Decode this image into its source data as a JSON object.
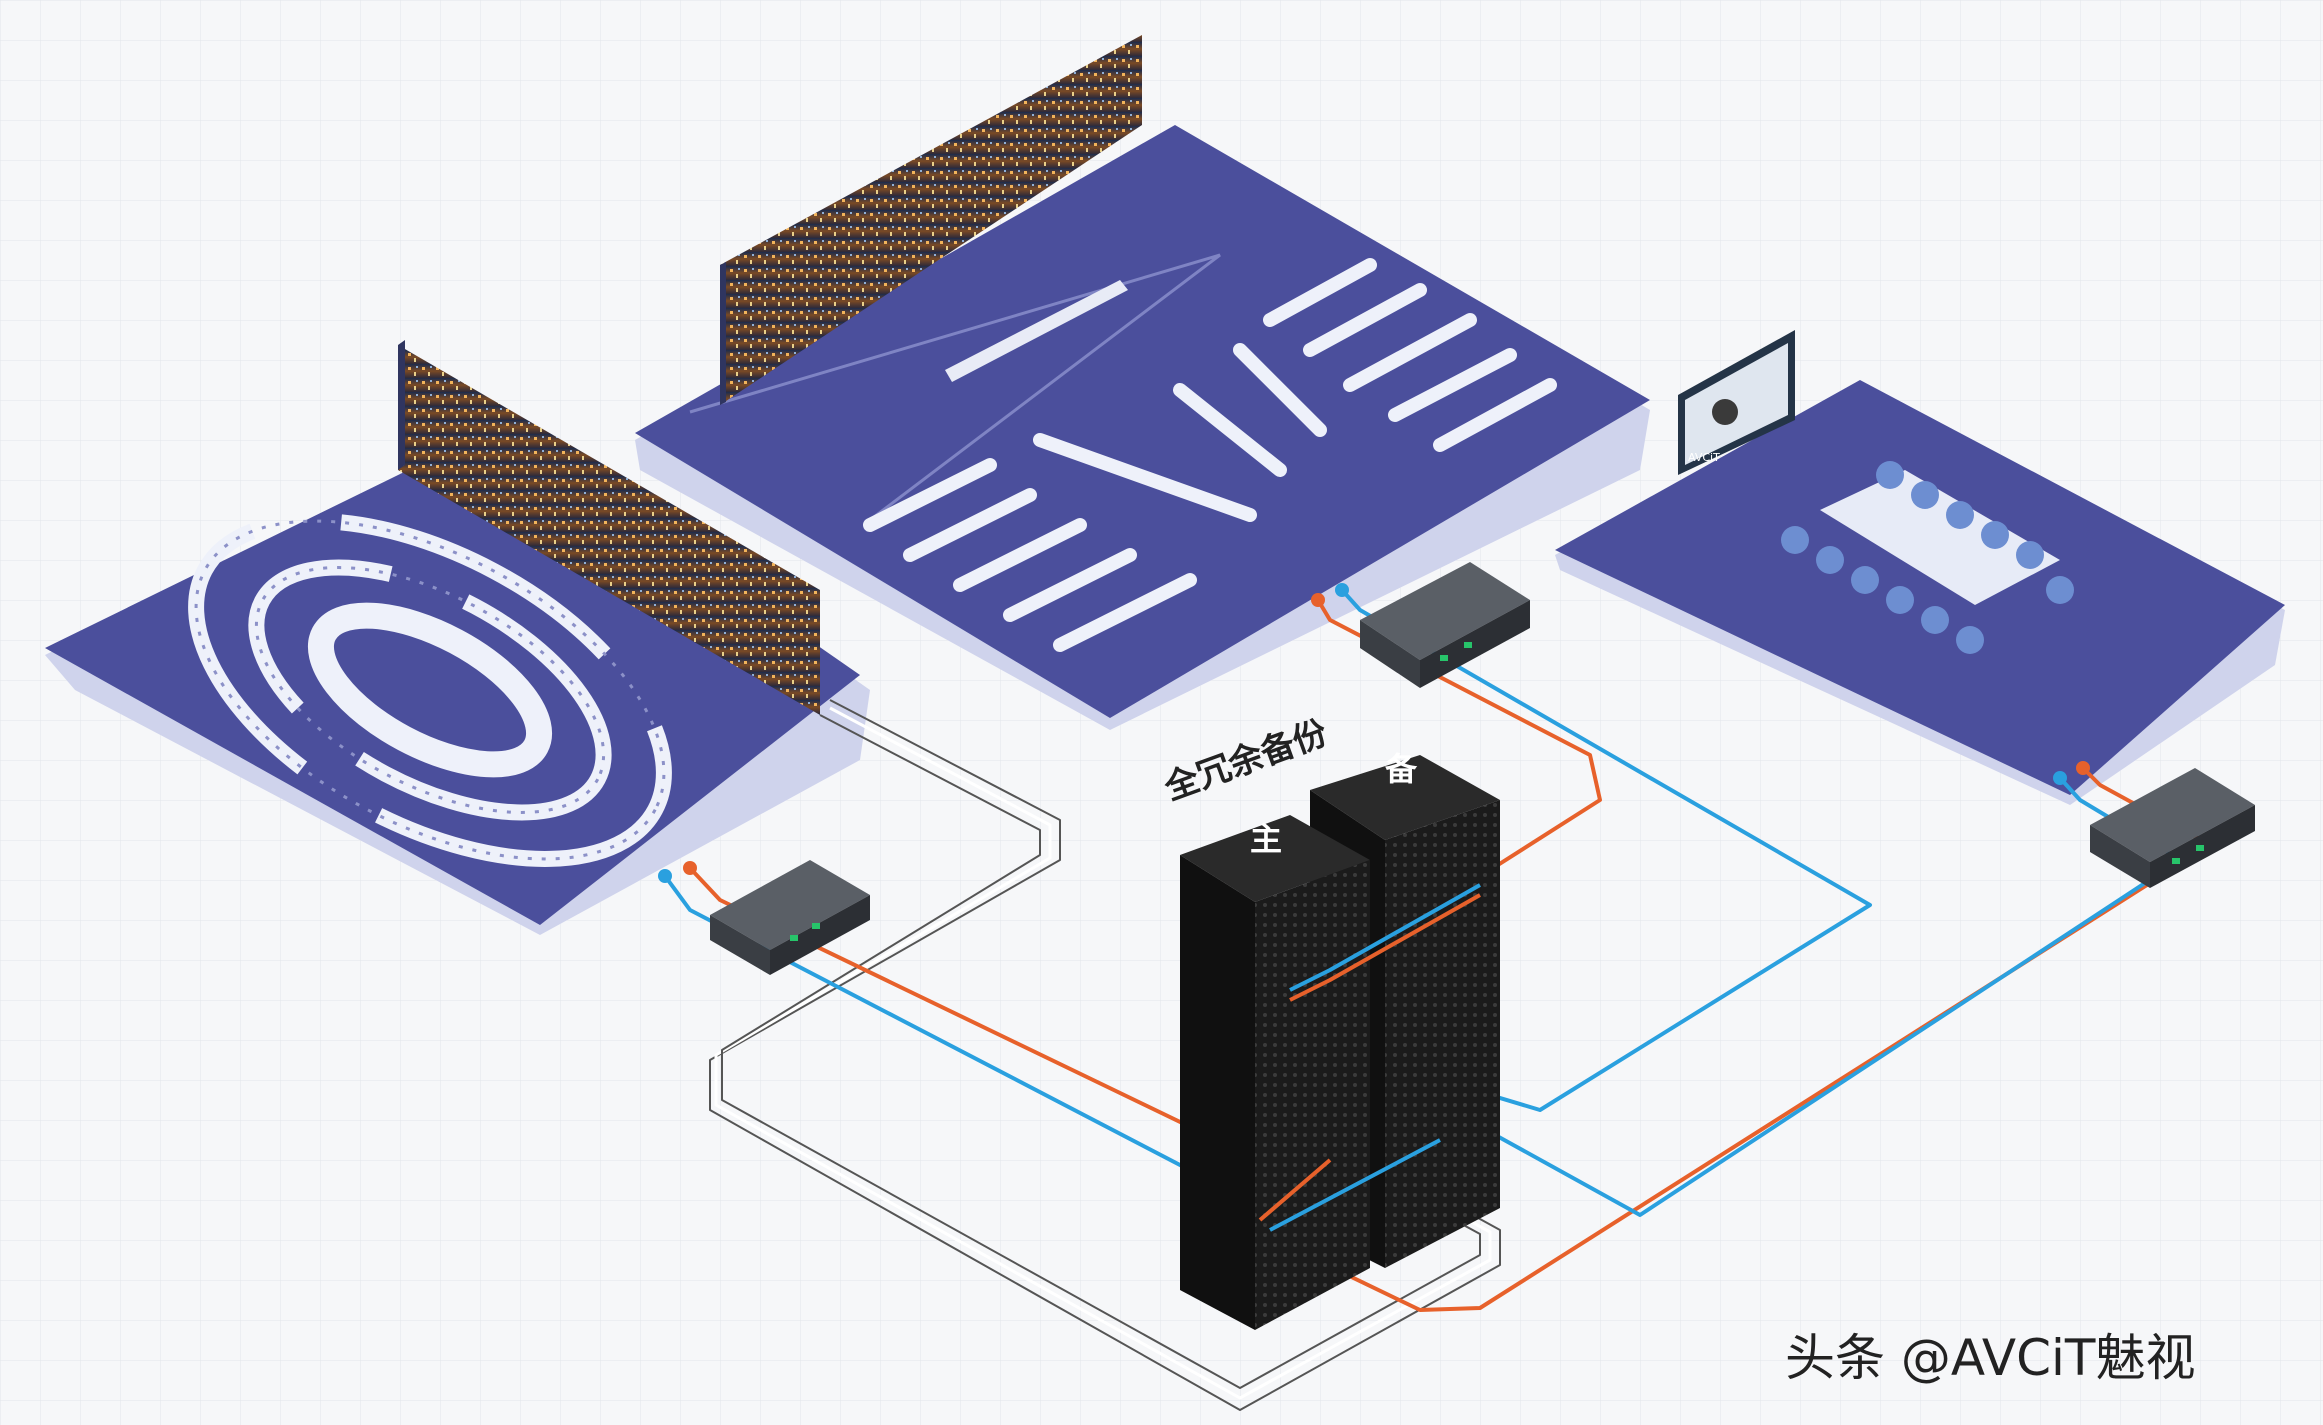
{
  "diagram": {
    "redundancy_label": "全冗余备份",
    "rack_primary_label": "主",
    "rack_backup_label": "备",
    "screen_brand": "AVCiT",
    "watermark": "头条 @AVCiT魅视"
  },
  "colors": {
    "platform": "#4b4f9c",
    "platform_edge": "#d7daf0",
    "cable_primary": "#e7612b",
    "cable_backup": "#2aa0df",
    "rack": "#141414",
    "background": "#f6f7f9"
  }
}
